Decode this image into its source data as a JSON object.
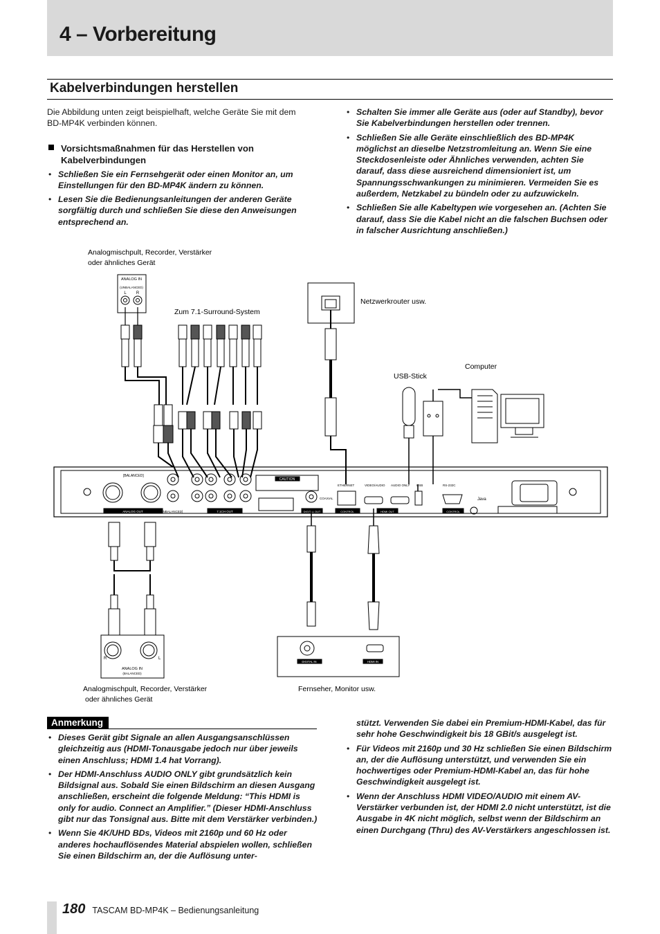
{
  "chapter": {
    "title": "4 – Vorbereitung"
  },
  "section": {
    "title": "Kabelverbindungen herstellen"
  },
  "intro": "Die Abbildung unten zeigt beispielhaft, welche Geräte Sie mit dem BD-MP4K verbinden können.",
  "precautions": {
    "heading": "Vorsichtsmaßnahmen für das Herstellen von Kabelverbindungen",
    "left_items": [
      "Schließen Sie ein Fernsehgerät oder einen Monitor an, um Einstellungen für den BD-MP4K ändern zu können.",
      "Lesen Sie die Bedienungsanleitungen der anderen Geräte sorgfältig durch und schließen Sie diese den Anweisungen entsprechend an."
    ],
    "right_items": [
      "Schalten Sie immer alle Geräte aus (oder auf Standby), bevor Sie Kabelverbindungen herstellen oder trennen.",
      "Schließen Sie alle Geräte einschließlich des BD-MP4K möglichst an dieselbe Netzstromleitung an. Wenn Sie eine Steckdosenleiste oder Ähnliches verwenden, achten Sie darauf, dass diese ausreichend dimensioniert ist, um Spannungsschwankungen zu minimieren. Vermeiden Sie es außerdem, Netzkabel zu bündeln oder zu aufzuwickeln.",
      "Schließen Sie alle Kabeltypen wie vorgesehen an. (Achten Sie darauf, dass Sie die Kabel nicht an die falschen Buchsen oder in falscher Ausrichtung anschließen.)"
    ]
  },
  "diagram": {
    "label_analog_top": "Analogmischpult, Recorder, Verstärker oder ähnliches Gerät",
    "label_analog_bottom": "Analogmischpult, Recorder, Verstärker oder ähnliches Gerät",
    "label_surround": "Zum 7.1-Surround-System",
    "label_router": "Netzwerkrouter usw.",
    "label_usb": "USB-Stick",
    "label_computer": "Computer",
    "label_tv": "Fernseher, Monitor usw.",
    "analog_in_unbal": "ANALOG IN",
    "unbalanced": "(UNBALANCED)",
    "balanced": "(BALANCED)",
    "analog_in_bal": "ANALOG IN",
    "digital_in": "DIGITAL IN",
    "hdmi_in": "HDMI IN",
    "panel_balanced": "[BALANCED]",
    "panel_unbalanced": "[UNBALANCED]",
    "panel_analog_out": "ANALOG OUT",
    "panel_71ch_out": "7.1CH OUT",
    "panel_caution": "CAUTION",
    "panel_ethernet": "ETHERNET",
    "panel_coaxial": "COAXIAL",
    "panel_video_audio": "VIDEO/AUDIO",
    "panel_audio_only": "AUDIO ONLY",
    "panel_hdmi_out": "HDMI OUT",
    "panel_usb": "USB",
    "panel_rs232c": "RS-232C",
    "panel_control": "CONTROL",
    "panel_digital_out": "DIGITAL OUT",
    "panel_java": "Java"
  },
  "note": {
    "label": "Anmerkung",
    "left_items": [
      "Dieses Gerät gibt Signale an allen Ausgangsanschlüssen gleichzeitig aus (HDMI-Tonausgabe jedoch nur über jeweils einen Anschluss; HDMI 1.4 hat Vorrang).",
      "Der HDMI-Anschluss AUDIO ONLY gibt grundsätzlich kein Bildsignal aus. Sobald Sie einen Bildschirm an diesen Ausgang anschließen, erscheint die folgende Meldung: “This HDMI is only for audio. Connect an Amplifier.” (Dieser HDMI-Anschluss gibt nur das Tonsignal aus. Bitte mit dem Verstärker verbinden.)",
      "Wenn Sie 4K/UHD BDs, Videos mit 2160p und 60 Hz oder anderes hochauflösendes Material abspielen wollen, schließen Sie einen Bildschirm an, der die Auflösung unter-"
    ],
    "right_continuation": "stützt. Verwenden Sie dabei ein Premium-HDMI-Kabel, das für sehr hohe Geschwindigkeit bis 18 GBit/s ausgelegt ist.",
    "right_items": [
      "Für Videos mit 2160p und 30 Hz schließen Sie einen Bildschirm an, der die Auflösung unterstützt, und verwenden Sie ein hochwertiges oder Premium-HDMI-Kabel an, das für hohe Geschwindigkeit ausgelegt ist.",
      "Wenn der Anschluss HDMI VIDEO/AUDIO mit einem AV-Verstärker verbunden ist, der HDMI 2.0 nicht unter­stützt, ist die Ausgabe in 4K nicht möglich, selbst wenn der Bildschirm an einen Durchgang (Thru) des AV-Verstärkers angeschlossen ist."
    ]
  },
  "footer": {
    "page_number": "180",
    "text": "TASCAM BD-MP4K – Bedienungsanleitung"
  }
}
